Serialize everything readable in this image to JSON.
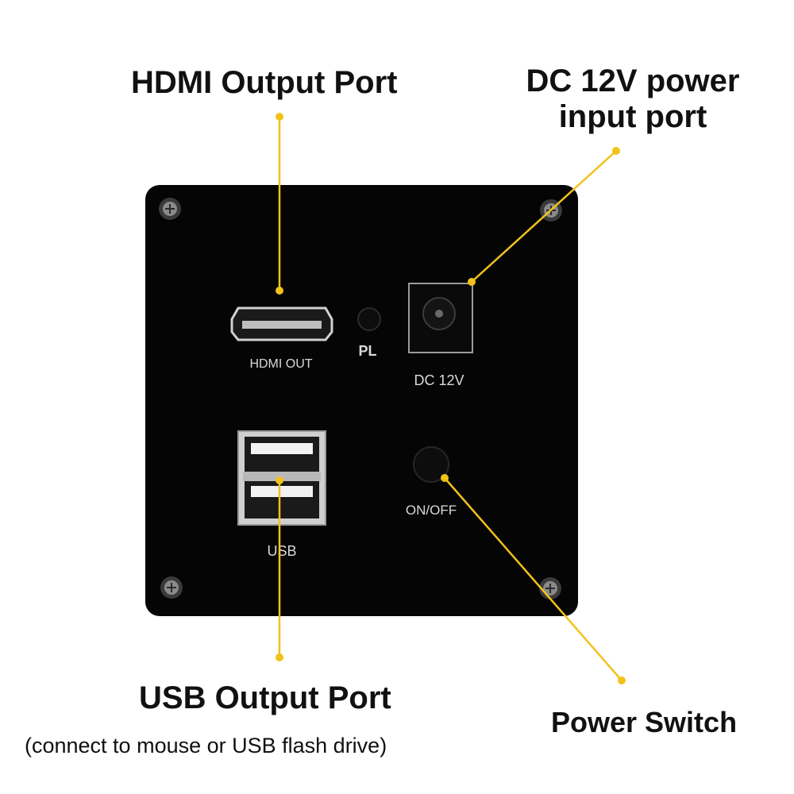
{
  "callouts": {
    "hdmi": "HDMI Output Port",
    "dc_line1": "DC 12V power",
    "dc_line2": "input port",
    "usb": "USB Output Port",
    "usb_note": "(connect to mouse or USB flash drive)",
    "power": "Power Switch"
  },
  "panel_labels": {
    "hdmi": "HDMI OUT",
    "pl": "PL",
    "dc": "DC 12V",
    "usb": "USB",
    "onoff": "ON/OFF"
  },
  "colors": {
    "leader": "#f2c21b",
    "panel": "#050505",
    "text": "#111111"
  },
  "icons": [
    "screw-icon",
    "hdmi-port-icon",
    "dc-jack-icon",
    "usb-port-icon",
    "power-button-icon",
    "led-indicator-icon"
  ]
}
